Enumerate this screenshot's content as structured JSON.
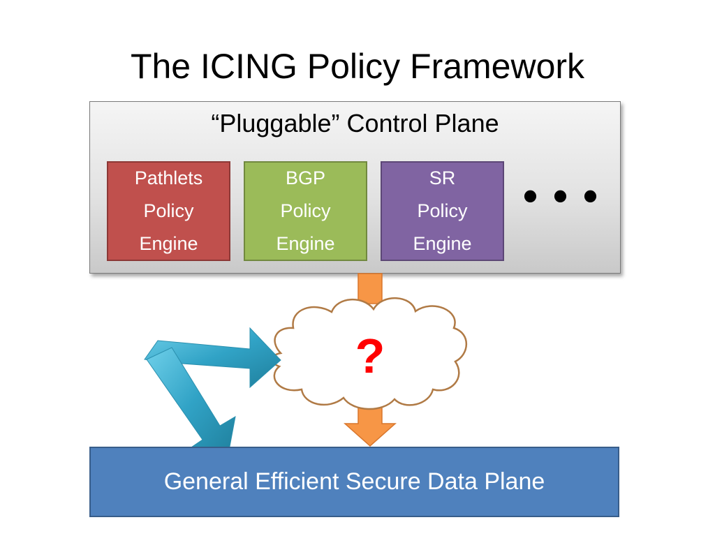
{
  "title": "The ICING Policy Framework",
  "control_plane": {
    "title": "“Pluggable” Control Plane",
    "engines": [
      {
        "line1": "Pathlets",
        "line2": "Policy",
        "line3": "Engine",
        "color": "#c0504d"
      },
      {
        "line1": "BGP",
        "line2": "Policy",
        "line3": "Engine",
        "color": "#9bbb59"
      },
      {
        "line1": "SR",
        "line2": "Policy",
        "line3": "Engine",
        "color": "#8064a2"
      }
    ],
    "ellipsis": "•••"
  },
  "cloud": {
    "label": "?",
    "color": "#ff0000"
  },
  "data_plane": {
    "label": "General Efficient Secure Data Plane",
    "color": "#4f81bd"
  },
  "colors": {
    "arrow_down": "#f79646",
    "arrow_bent": "#31a3c6",
    "cloud_stroke": "#b07a45"
  }
}
